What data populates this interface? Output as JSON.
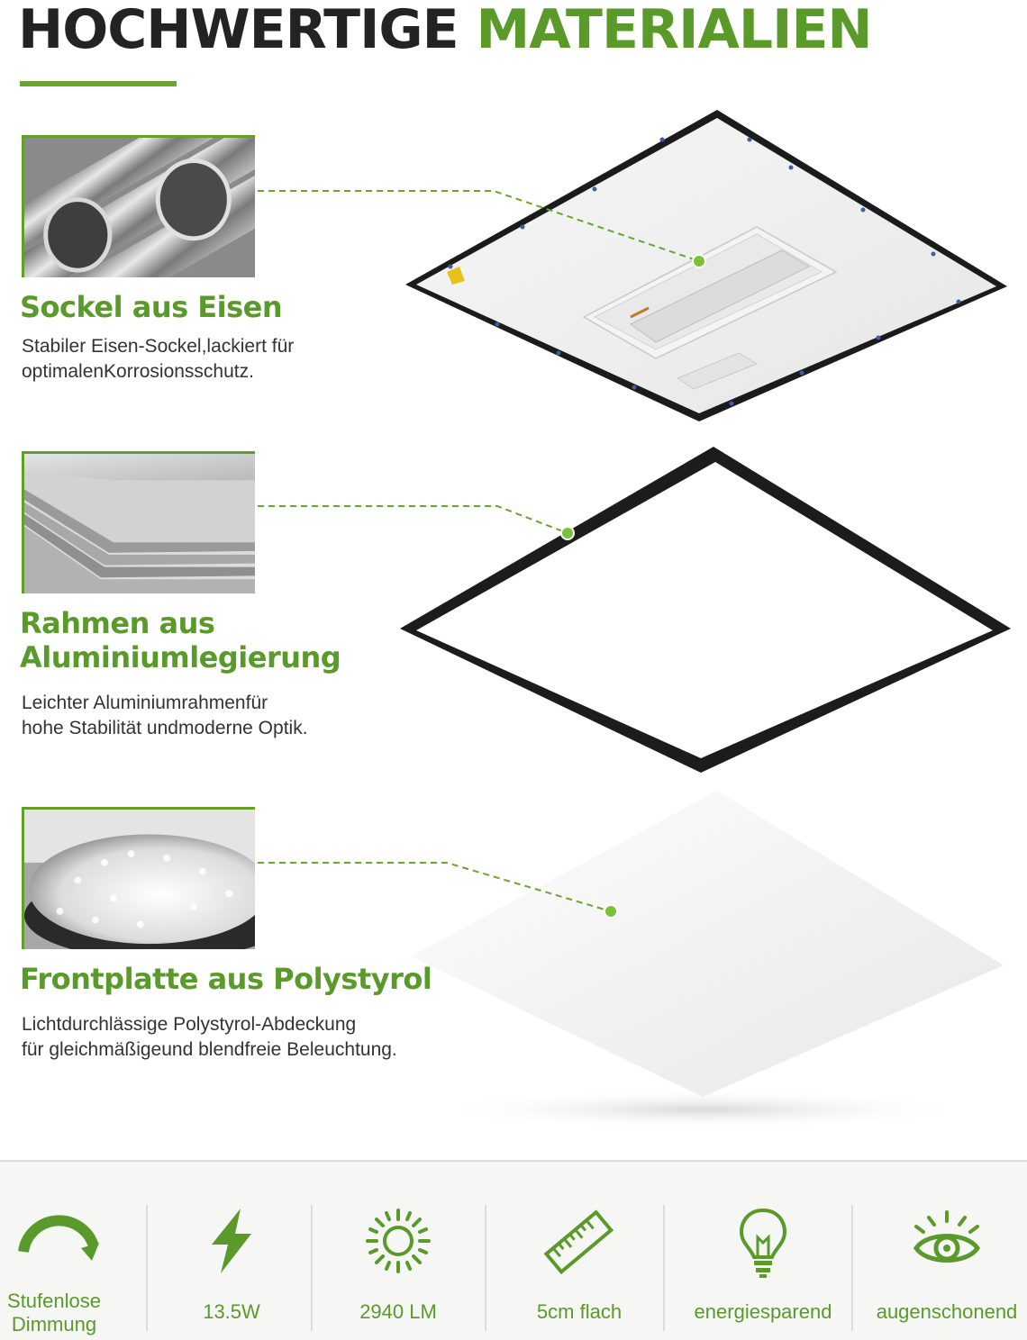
{
  "header": {
    "title_dark": "HOCHWERTIGE",
    "title_green": "MATERIALIEN"
  },
  "colors": {
    "accent_green": "#5a9a2a",
    "title_dark": "#232323",
    "frame_black": "#1a1a1a"
  },
  "sections": [
    {
      "title": "Sockel aus Eisen",
      "desc_line1": "Stabiler Eisen-Sockel,lackiert für",
      "desc_line2": "optimalenKorrosionsschutz.",
      "thumb_icon": "steel-pipes-icon"
    },
    {
      "title_line1": "Rahmen aus",
      "title_line2": "Aluminiumlegierung",
      "desc_line1": "Leichter Aluminiumrahmenfür",
      "desc_line2": "hohe Stabilität undmoderne Optik.",
      "thumb_icon": "aluminium-sheets-icon"
    },
    {
      "title": "Frontplatte aus Polystyrol",
      "desc_line1": "Lichtdurchlässige Polystyrol-Abdeckung",
      "desc_line2": "für gleichmäßigeund blendfreie Beleuchtung.",
      "thumb_icon": "polystyrene-granules-icon"
    }
  ],
  "features": [
    {
      "icon": "dimming-arc-icon",
      "label_line1": "Stufenlose",
      "label_line2": "Dimmung"
    },
    {
      "icon": "lightning-icon",
      "label": "13.5W"
    },
    {
      "icon": "sun-icon",
      "label": "2940 LM"
    },
    {
      "icon": "ruler-icon",
      "label": "5cm flach"
    },
    {
      "icon": "bulb-icon",
      "label": "energiesparend"
    },
    {
      "icon": "eye-icon",
      "label": "augenschonend"
    }
  ]
}
